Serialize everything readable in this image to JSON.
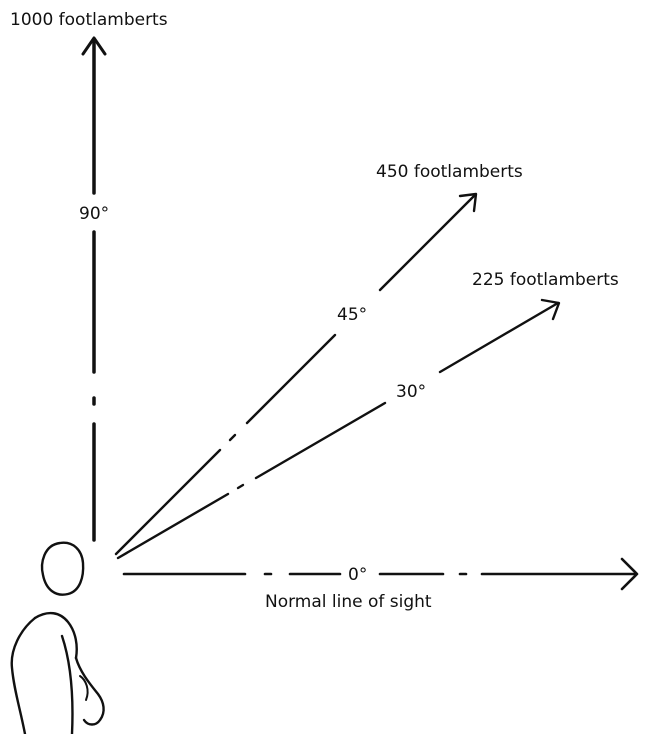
{
  "diagram": {
    "rays": [
      {
        "angle_deg": 90,
        "angle_label": "90°",
        "luminance_label": "1000 footlamberts"
      },
      {
        "angle_deg": 45,
        "angle_label": "45°",
        "luminance_label": "450 footlamberts"
      },
      {
        "angle_deg": 30,
        "angle_label": "30°",
        "luminance_label": "225 footlamberts"
      },
      {
        "angle_deg": 0,
        "angle_label": "0°",
        "caption": "Normal line of sight"
      }
    ],
    "colors": {
      "ink": "#111111",
      "background": "#ffffff"
    }
  }
}
